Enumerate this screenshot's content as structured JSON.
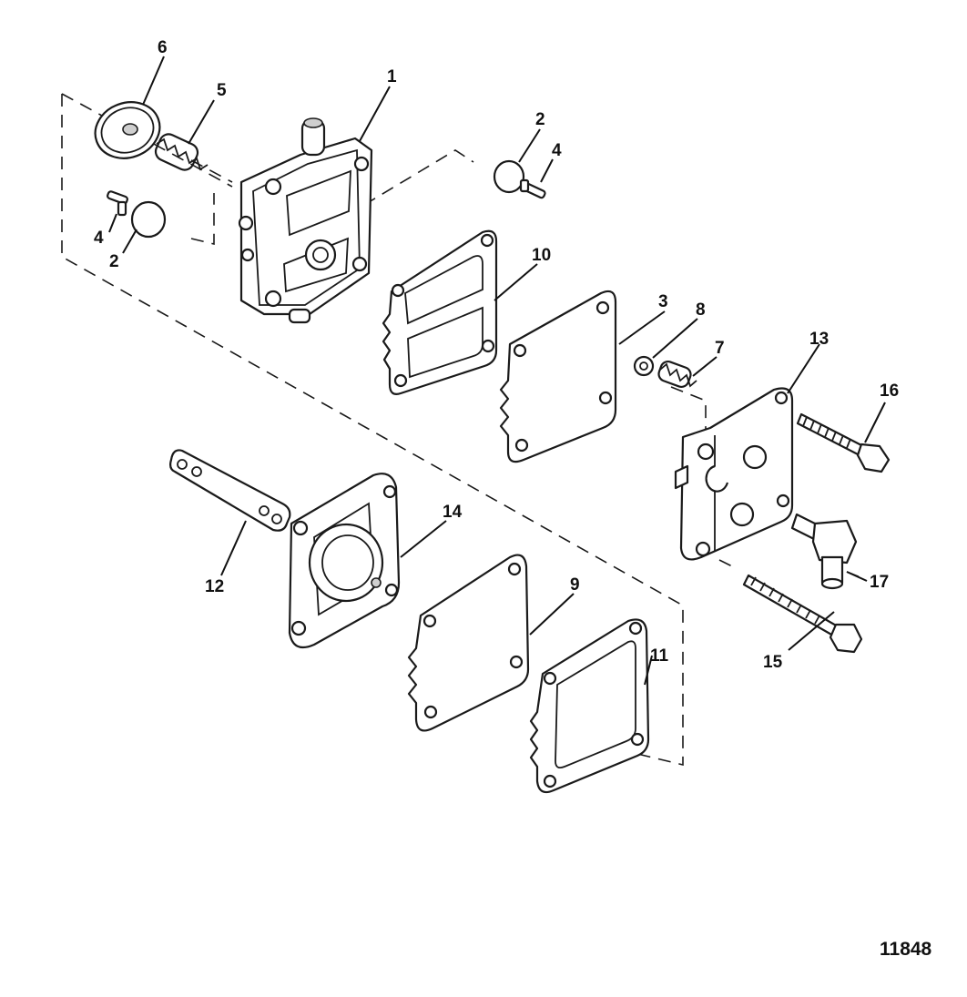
{
  "figure_id": "11848",
  "callouts": {
    "c1": "1",
    "c2a": "2",
    "c2b": "2",
    "c3": "3",
    "c4a": "4",
    "c4b": "4",
    "c5": "5",
    "c6": "6",
    "c7": "7",
    "c8": "8",
    "c9": "9",
    "c10": "10",
    "c11": "11",
    "c12": "12",
    "c13": "13",
    "c14": "14",
    "c15": "15",
    "c16": "16",
    "c17": "17"
  }
}
